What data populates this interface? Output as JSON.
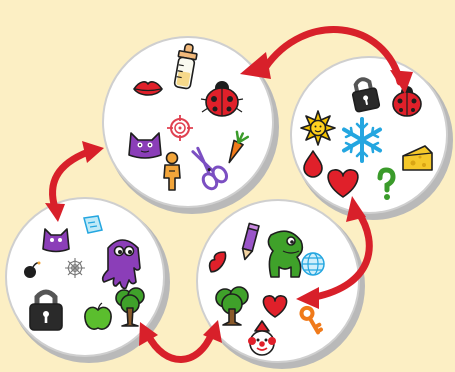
{
  "game": {
    "cards": [
      {
        "name": "card-top-left",
        "symbols": [
          "lips",
          "baby-bottle",
          "ladybug",
          "cat",
          "target",
          "man",
          "scissors",
          "carrot"
        ]
      },
      {
        "name": "card-top-right",
        "symbols": [
          "padlock",
          "ladybug",
          "sun",
          "snowflake",
          "cheese",
          "drop",
          "heart",
          "question-mark"
        ]
      },
      {
        "name": "card-bottom-left",
        "symbols": [
          "cat",
          "ice-cube",
          "bomb",
          "spider-web",
          "ghost",
          "padlock",
          "apple",
          "tree"
        ]
      },
      {
        "name": "card-bottom-right",
        "symbols": [
          "lips",
          "pencil",
          "dinosaur",
          "globe",
          "tree",
          "heart",
          "clown",
          "key"
        ]
      }
    ],
    "links": [
      {
        "from": "card-top-left",
        "to": "card-top-right",
        "shared_symbol": "ladybug"
      },
      {
        "from": "card-top-left",
        "to": "card-bottom-left",
        "shared_symbol": "cat"
      },
      {
        "from": "card-bottom-left",
        "to": "card-bottom-right",
        "shared_symbol": "tree"
      },
      {
        "from": "card-top-right",
        "to": "card-bottom-right",
        "shared_symbol": "heart"
      }
    ],
    "colors": {
      "background": "#FCEFC4",
      "arrow": "#D8202A",
      "card": "#FFFFFF",
      "card_shadow": "#B9B9B9"
    }
  }
}
